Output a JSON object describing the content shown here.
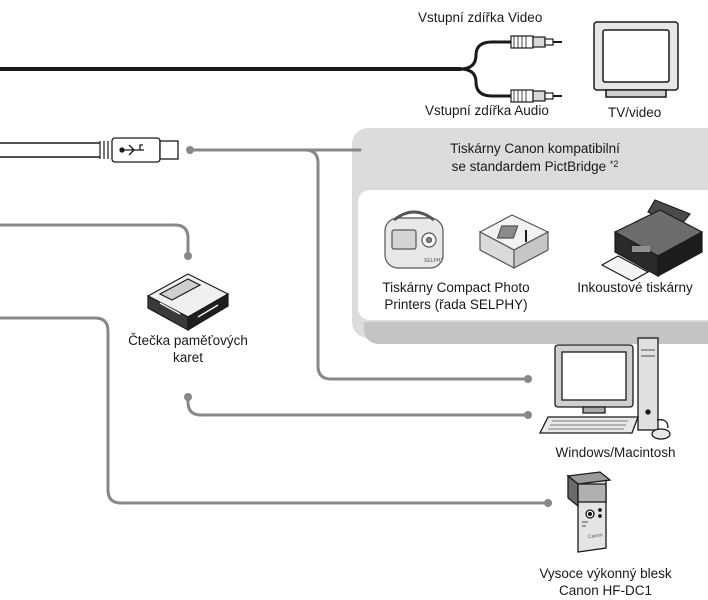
{
  "labels": {
    "video_in": "Vstupní zdířka Video",
    "audio_in": "Vstupní zdířka Audio",
    "tv": "TV/video",
    "pictbridge_line1": "Tiskárny Canon kompatibilní",
    "pictbridge_line2": "se standardem PictBridge",
    "pictbridge_note": "*2",
    "selphy_line1": "Tiskárny Compact Photo",
    "selphy_line2": "Printers (řada SELPHY)",
    "inkjet": "Inkoustové tiskárny",
    "reader_line1": "Čtečka paměťových",
    "reader_line2": "karet",
    "computer": "Windows/Macintosh",
    "flash_line1": "Vysoce výkonný blesk",
    "flash_line2": "Canon HF-DC1"
  },
  "printer_badge": "SELPHY",
  "flash_brand": "Canon",
  "icons": [
    "av-cable",
    "usb-plug",
    "tv-icon",
    "card-reader-icon",
    "selphy-printer-icon",
    "compact-photo-printer-icon",
    "inkjet-printer-icon",
    "computer-icon",
    "flash-icon"
  ],
  "colors": {
    "line": "#888888",
    "panel": "#dcdcdc",
    "cable": "#1a1a1a"
  }
}
